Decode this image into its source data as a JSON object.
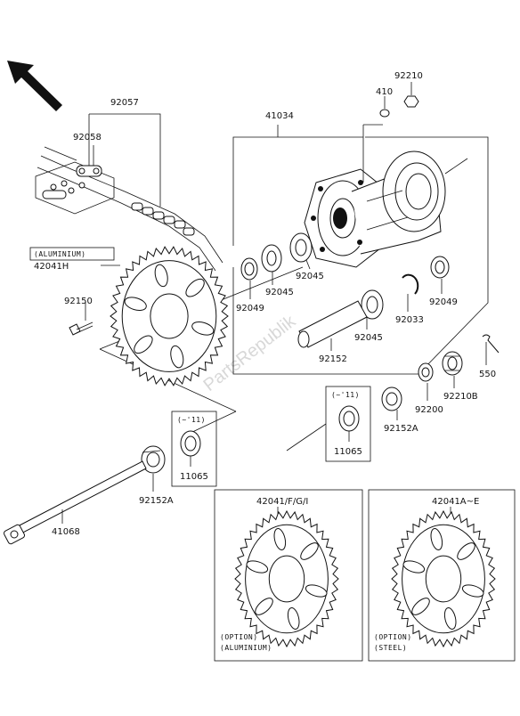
{
  "watermark": "PartsRepublik",
  "parts": {
    "p92057": "92057",
    "p92058": "92058",
    "p41034": "41034",
    "p410": "410",
    "p92210": "92210",
    "p42041H": "42041H",
    "p92150": "92150",
    "p92049_left": "92049",
    "p92045_top": "92045",
    "p92045_mid": "92045",
    "p92049_right": "92049",
    "p92033": "92033",
    "p92045_low": "92045",
    "p92152": "92152",
    "p550": "550",
    "p92210B": "92210B",
    "p92200": "92200",
    "p92152A_right": "92152A",
    "p11065_right": "11065",
    "p11065_left": "11065",
    "p92152A_left": "92152A",
    "p41068": "41068",
    "p42041FGI": "42041/F/G/I",
    "p42041AE": "42041A~E"
  },
  "notes": {
    "aluminium_box": "(ALUMINIUM)",
    "year_right": "(~'11)",
    "year_left": "(~'11)",
    "option_alu_1": "(OPTION)",
    "option_alu_2": "(ALUMINIUM)",
    "option_steel_1": "(OPTION)",
    "option_steel_2": "(STEEL)"
  },
  "icons": {
    "arrow": "front-direction-arrow-icon"
  }
}
